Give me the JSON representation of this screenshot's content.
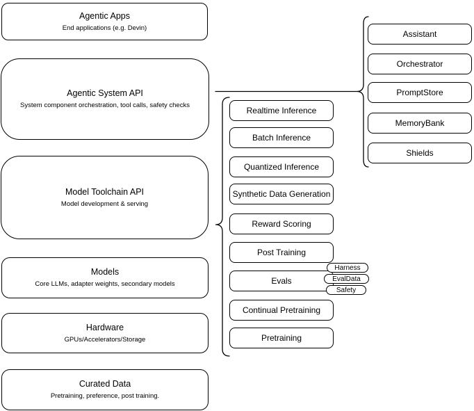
{
  "diagram": {
    "colors": {
      "stroke": "#000000",
      "fill": "#ffffff",
      "text": "#000000"
    },
    "stack": [
      {
        "title": "Agentic Apps",
        "subtitle": "End applications (e.g. Devin)"
      },
      {
        "title": "Agentic System API",
        "subtitle": "System component orchestration, tool calls, safety checks"
      },
      {
        "title": "Model Toolchain API",
        "subtitle": "Model development & serving"
      },
      {
        "title": "Models",
        "subtitle": "Core LLMs, adapter weights, secondary models"
      },
      {
        "title": "Hardware",
        "subtitle": "GPUs/Accelerators/Storage"
      },
      {
        "title": "Curated Data",
        "subtitle": "Pretraining, preference, post training."
      }
    ],
    "toolchain_components": [
      "Realtime Inference",
      "Batch Inference",
      "Quantized Inference",
      "Synthetic Data Generation",
      "Reward Scoring",
      "Post Training",
      "Evals",
      "Continual Pretraining",
      "Pretraining"
    ],
    "evals_tags": [
      "Harness",
      "EvalData",
      "Safety"
    ],
    "system_components": [
      "Assistant",
      "Orchestrator",
      "PromptStore",
      "MemoryBank",
      "Shields"
    ]
  }
}
